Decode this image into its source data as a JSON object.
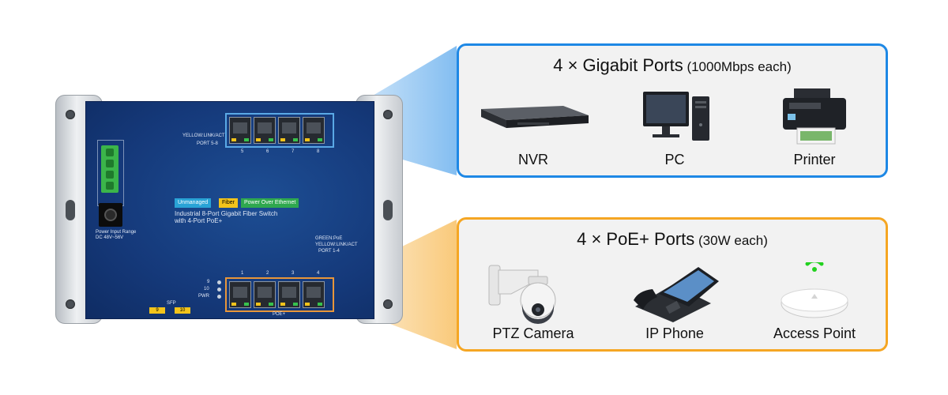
{
  "colors": {
    "gigabit_accent": "#1e88e5",
    "poe_accent": "#f5a623",
    "panel_blue": "#15397a",
    "tag_unmanaged": "#29a3d6",
    "tag_fiber": "#f2c31b",
    "tag_poe": "#2fa84f"
  },
  "switch": {
    "tags": {
      "unmanaged": "Unmanaged",
      "fiber": "Fiber",
      "poe": "Power Over Ethernet"
    },
    "product_line1": "Industrial 8-Port Gigabit Fiber Switch",
    "product_line2": "with 4-Port PoE+",
    "power_label_line1": "Power Input Range",
    "power_label_line2": "DC 48V~56V",
    "top_led_legend": "YELLOW:LINK/ACT",
    "top_port_caption": "PORT 5-8",
    "top_port_numbers": [
      "5",
      "6",
      "7",
      "8"
    ],
    "bottom_led_legend1": "GREEN:PoE",
    "bottom_led_legend2": "YELLOW:LINK/ACT",
    "bottom_port_caption": "PORT 1-4",
    "bottom_port_numbers": [
      "1",
      "2",
      "3",
      "4"
    ],
    "poe_label": "POE+",
    "sfp_label": "SFP",
    "sfp_ports": [
      "9",
      "10"
    ],
    "status_leds": [
      "9",
      "10",
      "PWR"
    ]
  },
  "gigabit": {
    "title_main": "4 × Gigabit Ports",
    "title_sub": " (1000Mbps each)",
    "devices": [
      {
        "label": "NVR",
        "icon": "nvr-icon"
      },
      {
        "label": "PC",
        "icon": "pc-icon"
      },
      {
        "label": "Printer",
        "icon": "printer-icon"
      }
    ]
  },
  "poe": {
    "title_main": "4 × PoE+ Ports",
    "title_sub": " (30W each)",
    "devices": [
      {
        "label": "PTZ Camera",
        "icon": "ptz-camera-icon"
      },
      {
        "label": "IP Phone",
        "icon": "ip-phone-icon"
      },
      {
        "label": "Access Point",
        "icon": "access-point-icon"
      }
    ]
  }
}
